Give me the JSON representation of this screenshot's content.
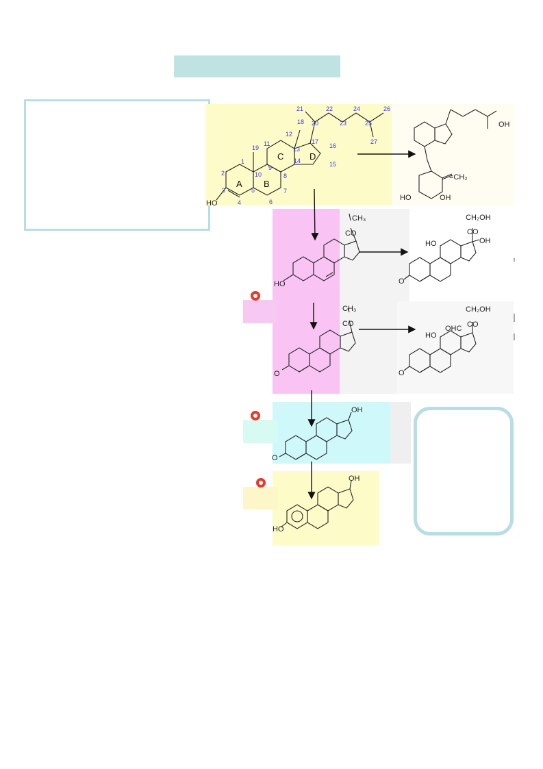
{
  "cholesterol": {
    "ring_labels": [
      "A",
      "B",
      "C",
      "D"
    ],
    "carbon_numbers": [
      "1",
      "2",
      "3",
      "4",
      "5",
      "6",
      "7",
      "8",
      "9",
      "10",
      "11",
      "12",
      "13",
      "14",
      "15",
      "16",
      "17",
      "18",
      "19",
      "20",
      "21",
      "22",
      "23",
      "24",
      "25",
      "26",
      "27"
    ],
    "ho": "HO"
  },
  "vitamin_d": {
    "oh_top": "OH",
    "ch2": "=CH₂",
    "ho_left": "HO",
    "oh_bottom": "OH"
  },
  "pregnenolone": {
    "ch3": "CH₃",
    "co": "CO",
    "ho": "HO"
  },
  "cortisol": {
    "ch2oh": "CH₂OH",
    "co": "CO",
    "ho": "HO",
    "oh": "OH",
    "o": "O"
  },
  "progesterone": {
    "ch3": "CH₃",
    "co": "CO",
    "o": "O"
  },
  "aldosterone": {
    "ch2oh": "CH₂OH",
    "co": "CO",
    "ho": "HO",
    "ohc": "OHC",
    "o": "O"
  },
  "testosterone": {
    "oh": "OH",
    "o": "O"
  },
  "estradiol": {
    "oh": "OH",
    "ho": "HO"
  },
  "marker_color": "#e8392e"
}
